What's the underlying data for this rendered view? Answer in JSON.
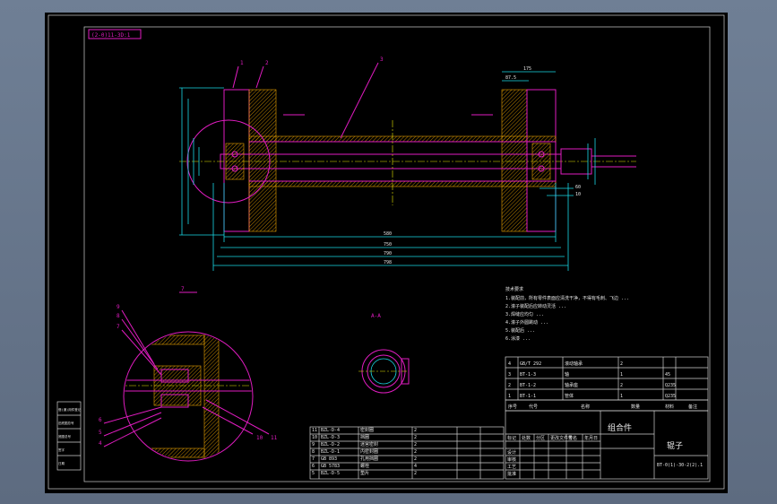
{
  "drawing": {
    "code_box": "(2-0)11-3D:1",
    "balloons": [
      "1",
      "2",
      "3",
      "4",
      "5",
      "6",
      "7",
      "8",
      "9",
      "10",
      "11"
    ],
    "dims": {
      "d580": "580",
      "d750": "750",
      "d790": "790",
      "d798": "798",
      "d175": "175",
      "d87": "87.5",
      "d60": "60",
      "d10": "10"
    },
    "section_label": "A-A",
    "notes_title": "技术要求",
    "notes": [
      "1.装配前，所有零件表面应清洗干净，不得有毛刺、飞边 ...",
      "2.滚子装配后应转动灵活 ...",
      "3.焊缝应均匀 ...",
      "4.滚子外圆跳动 ...",
      "5.装配后 ...",
      "6.涂漆 ..."
    ],
    "title_block": {
      "assembly": "组合件",
      "name": "辊子",
      "code": "BT-0(1)-30-2(2).1",
      "headers": [
        "标记",
        "处数",
        "分区",
        "更改文件号",
        "签名",
        "年月日"
      ],
      "roles": [
        "设计",
        "审核",
        "工艺",
        "批准"
      ]
    },
    "parts_header": [
      "序号",
      "代号",
      "名称",
      "数量",
      "材料",
      "备注"
    ],
    "parts": [
      [
        "4",
        "GB/T 292",
        "滚动轴承",
        "2",
        "",
        ""
      ],
      [
        "3",
        "BT-1-3",
        "轴",
        "1",
        "45",
        ""
      ],
      [
        "2",
        "BT-1-2",
        "轴承座",
        "2",
        "Q235",
        ""
      ],
      [
        "1",
        "BT-1-1",
        "管体",
        "1",
        "Q235",
        ""
      ]
    ],
    "lower_parts": [
      [
        "11",
        "BZL-D-4",
        "密封圈",
        "2",
        "",
        ""
      ],
      [
        "10",
        "BZL-D-3",
        "挡圈",
        "2",
        "",
        ""
      ],
      [
        "9",
        "BZL-D-2",
        "迷宫密封",
        "2",
        "",
        ""
      ],
      [
        "8",
        "BZL-D-1",
        "内密封圈",
        "2",
        "",
        ""
      ],
      [
        "7",
        "GB 893",
        "孔用挡圈",
        "2",
        "",
        ""
      ],
      [
        "6",
        "GB 5783",
        "螺栓",
        "4",
        "",
        ""
      ],
      [
        "5",
        "BZL-D-5",
        "垫片",
        "2",
        "",
        ""
      ]
    ],
    "left_strip": [
      "借(通)用件登记",
      "旧底图总号",
      "底图总号",
      "签字",
      "日期"
    ]
  }
}
